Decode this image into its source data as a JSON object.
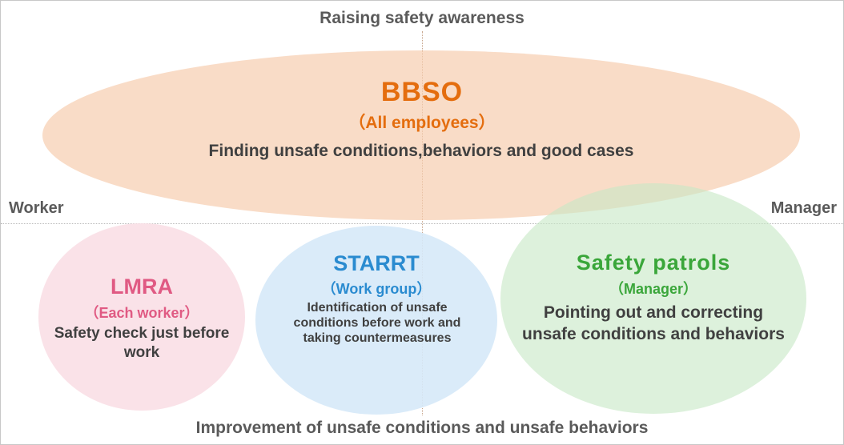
{
  "labels": {
    "top": "Raising safety awareness",
    "bottom": "Improvement of unsafe conditions and unsafe behaviors",
    "left": "Worker",
    "right": "Manager"
  },
  "bbso": {
    "title": "BBSO",
    "subtitle": "（All employees）",
    "description": "Finding unsafe conditions,behaviors and good cases",
    "color": "#e46d0e"
  },
  "lmra": {
    "title": "LMRA",
    "subtitle": "（Each worker）",
    "description": "Safety check just before work",
    "color": "#e05a83"
  },
  "starrt": {
    "title": "STARRT",
    "subtitle": "（Work group）",
    "description": "Identification of unsafe conditions before work and taking countermeasures",
    "color": "#2a8bd0"
  },
  "patrols": {
    "title": "Safety patrols",
    "subtitle": "（Manager）",
    "description": "Pointing out and correcting unsafe conditions and behaviors",
    "color": "#3aa63a"
  }
}
